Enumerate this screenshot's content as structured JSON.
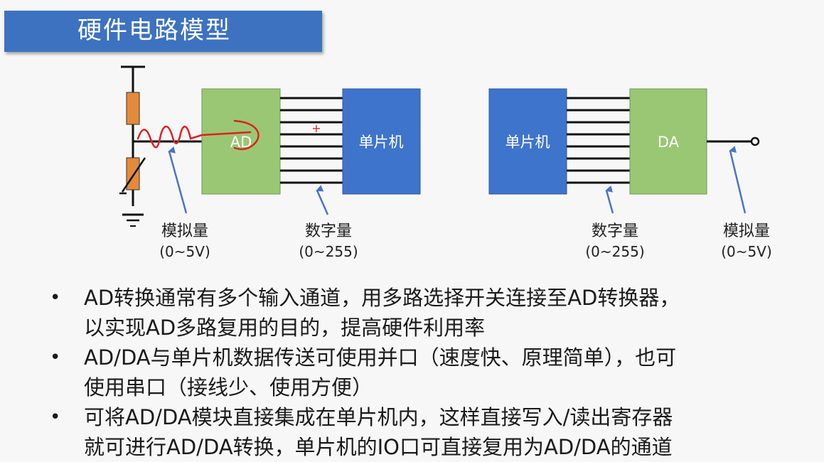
{
  "title": "硬件电路模型",
  "diagram": {
    "ad_label": "AD",
    "mcu_left_label": "单片机",
    "mcu_right_label": "单片机",
    "da_label": "DA",
    "plus_mark": "+",
    "analog_in": {
      "name": "模拟量",
      "range": "(0~5V)"
    },
    "digital_in": {
      "name": "数字量",
      "range": "(0~255)"
    },
    "digital_out": {
      "name": "数字量",
      "range": "(0~255)"
    },
    "analog_out": {
      "name": "模拟量",
      "range": "(0~5V)"
    },
    "colors": {
      "green_box": "#9ac774",
      "blue_box": "#3f74cc",
      "resistor": "#e58a3a",
      "arrow": "#4a74c6",
      "annotation": "#e02020"
    }
  },
  "bullets": [
    {
      "lines": [
        "AD转换通常有多个输入通道，用多路选择开关连接至AD转换器，",
        "以实现AD多路复用的目的，提高硬件利用率"
      ]
    },
    {
      "lines": [
        "AD/DA与单片机数据传送可使用并口（速度快、原理简单），也可",
        "使用串口（接线少、使用方便）"
      ]
    },
    {
      "lines": [
        "可将AD/DA模块直接集成在单片机内，这样直接写入/读出寄存器",
        "就可进行AD/DA转换，单片机的IO口可直接复用为AD/DA的通道"
      ]
    }
  ],
  "bullet_symbol": "•"
}
